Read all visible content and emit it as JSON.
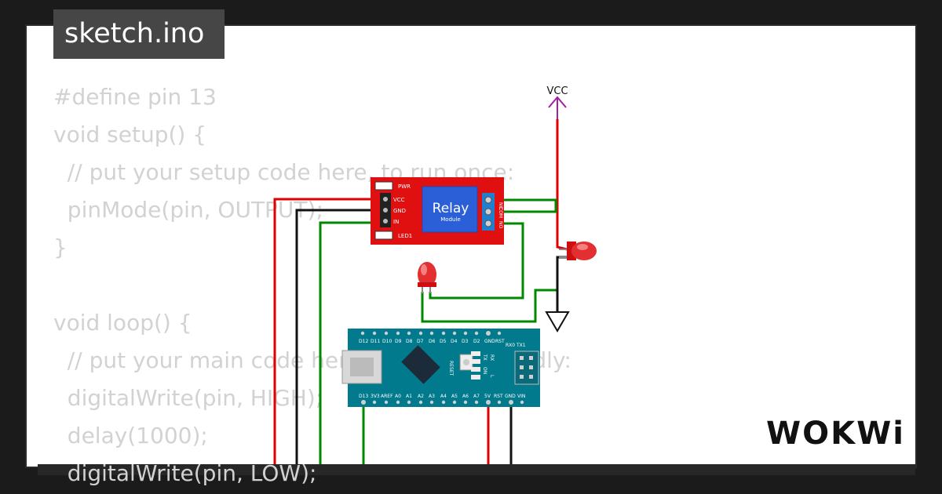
{
  "title": "sketch.ino",
  "code_lines": [
    "#define pin 13",
    "void setup() {",
    "  // put your setup code here, to run once:",
    "  pinMode(pin, OUTPUT);",
    "}",
    "",
    "void loop() {",
    "  // put your main code here, to run repeatedly:",
    "  digitalWrite(pin, HIGH);",
    "  delay(1000);",
    "  digitalWrite(pin, LOW);"
  ],
  "relay": {
    "label": "Relay",
    "sublabel": "Module",
    "pin_pwr": "PWR",
    "pin_vcc": "VCC",
    "pin_gnd": "GND",
    "pin_in": "IN",
    "pin_led1": "LED1",
    "out_no": "NO",
    "out_com": "COM",
    "out_nc": "NC"
  },
  "vcc_label": "VCC",
  "arduino": {
    "top_pins": [
      "D12",
      "D11",
      "D10",
      "D9",
      "D8",
      "D7",
      "D6",
      "D5",
      "D4",
      "D3",
      "D2",
      "GND",
      "RST"
    ],
    "top_right": "RX0 TX1",
    "bottom_pins": [
      "D13",
      "3V3",
      "AREF",
      "A0",
      "A1",
      "A2",
      "A3",
      "A4",
      "A5",
      "A6",
      "A7",
      "5V",
      "RST",
      "GND",
      "VIN"
    ],
    "reset_label": "RESET",
    "led_labels": [
      "TX",
      "RX",
      "ON",
      "L"
    ]
  },
  "brand": "WOKWi",
  "colors": {
    "red_wire": "#e00000",
    "black_wire": "#111111",
    "green_wire": "#008800",
    "vcc": "#a020a0",
    "board": "#007a8c",
    "relay_board": "#e01010"
  }
}
